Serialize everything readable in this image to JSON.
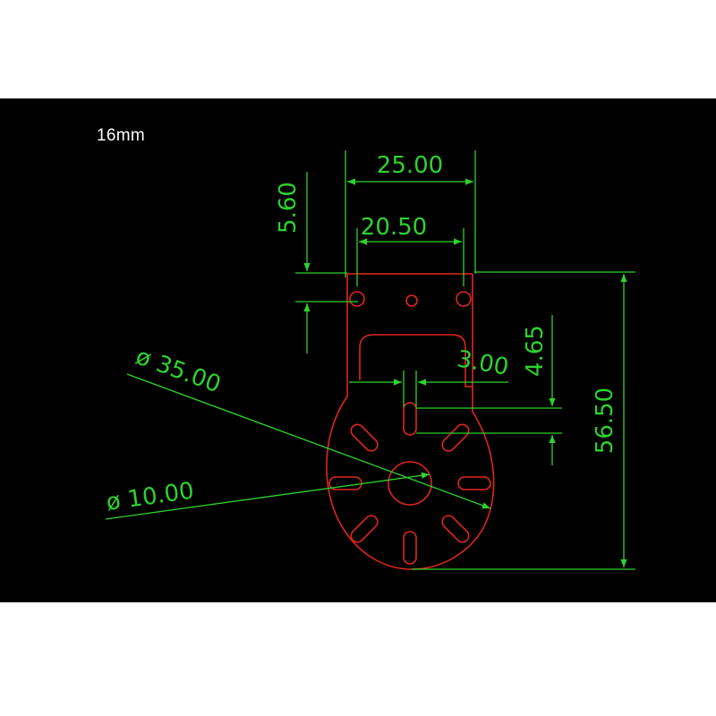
{
  "caption": "16mm",
  "colors": {
    "background": "#000000",
    "part_outline": "#e0261e",
    "dimension": "#2ed22e",
    "caption": "#ffffff"
  },
  "dimensions": {
    "width_top": "25.00",
    "hole_spacing": "20.50",
    "thickness": "5.60",
    "slot_width": "3.00",
    "slot_offset": "4.65",
    "height_total": "56.50",
    "outer_diameter": "ø 35.00",
    "bore_diameter": "ø 10.00"
  }
}
